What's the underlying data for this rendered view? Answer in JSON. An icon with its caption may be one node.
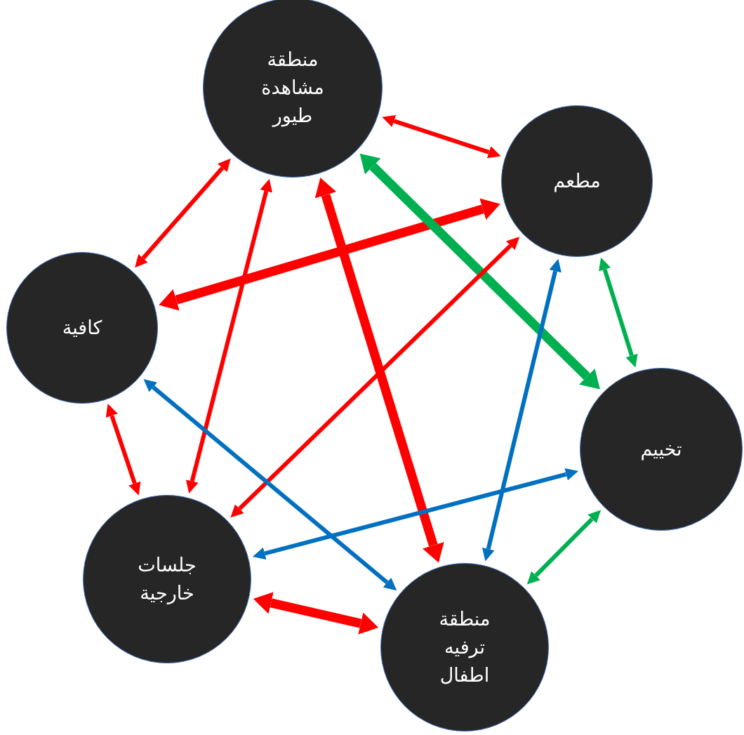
{
  "diagram": {
    "nodes": [
      {
        "text": [
          "منطقة مشاهدة طيور"
        ]
      },
      {
        "text": [
          "مطعم"
        ]
      },
      {
        "text": [
          "كافية"
        ]
      },
      {
        "text": [
          "تخييم"
        ]
      },
      {
        "text": [
          "جلسات خارجية"
        ]
      },
      {
        "text": [
          "منطقة ترفيه اطفال"
        ]
      }
    ],
    "edges": [
      {
        "from": 0,
        "to": 1,
        "arrow": "both"
      },
      {
        "from": 0,
        "to": 2,
        "arrow": "both"
      },
      {
        "from": 1,
        "to": 2,
        "arrow": "both",
        "style": "thick"
      },
      {
        "from": 0,
        "to": 4,
        "arrow": "both"
      },
      {
        "from": 0,
        "to": 5,
        "arrow": "both",
        "style": "thick"
      },
      {
        "from": 0,
        "to": 3,
        "arrow": "both",
        "style": "thick",
        "color": "#00b050"
      },
      {
        "from": 1,
        "to": 4,
        "arrow": "both"
      },
      {
        "from": 1,
        "to": 3,
        "arrow": "both",
        "color": "#00b050"
      },
      {
        "from": 1,
        "to": 5,
        "arrow": "both",
        "color": "#0070c0"
      },
      {
        "from": 2,
        "to": 5,
        "arrow": "both",
        "color": "#0070c0"
      },
      {
        "from": 2,
        "to": 4,
        "arrow": "both"
      },
      {
        "from": 3,
        "to": 4,
        "arrow": "both",
        "color": "#0070c0"
      },
      {
        "from": 3,
        "to": 5,
        "arrow": "both",
        "color": "#00b050"
      },
      {
        "from": 4,
        "to": 5,
        "arrow": "both",
        "style": "thick"
      }
    ]
  }
}
